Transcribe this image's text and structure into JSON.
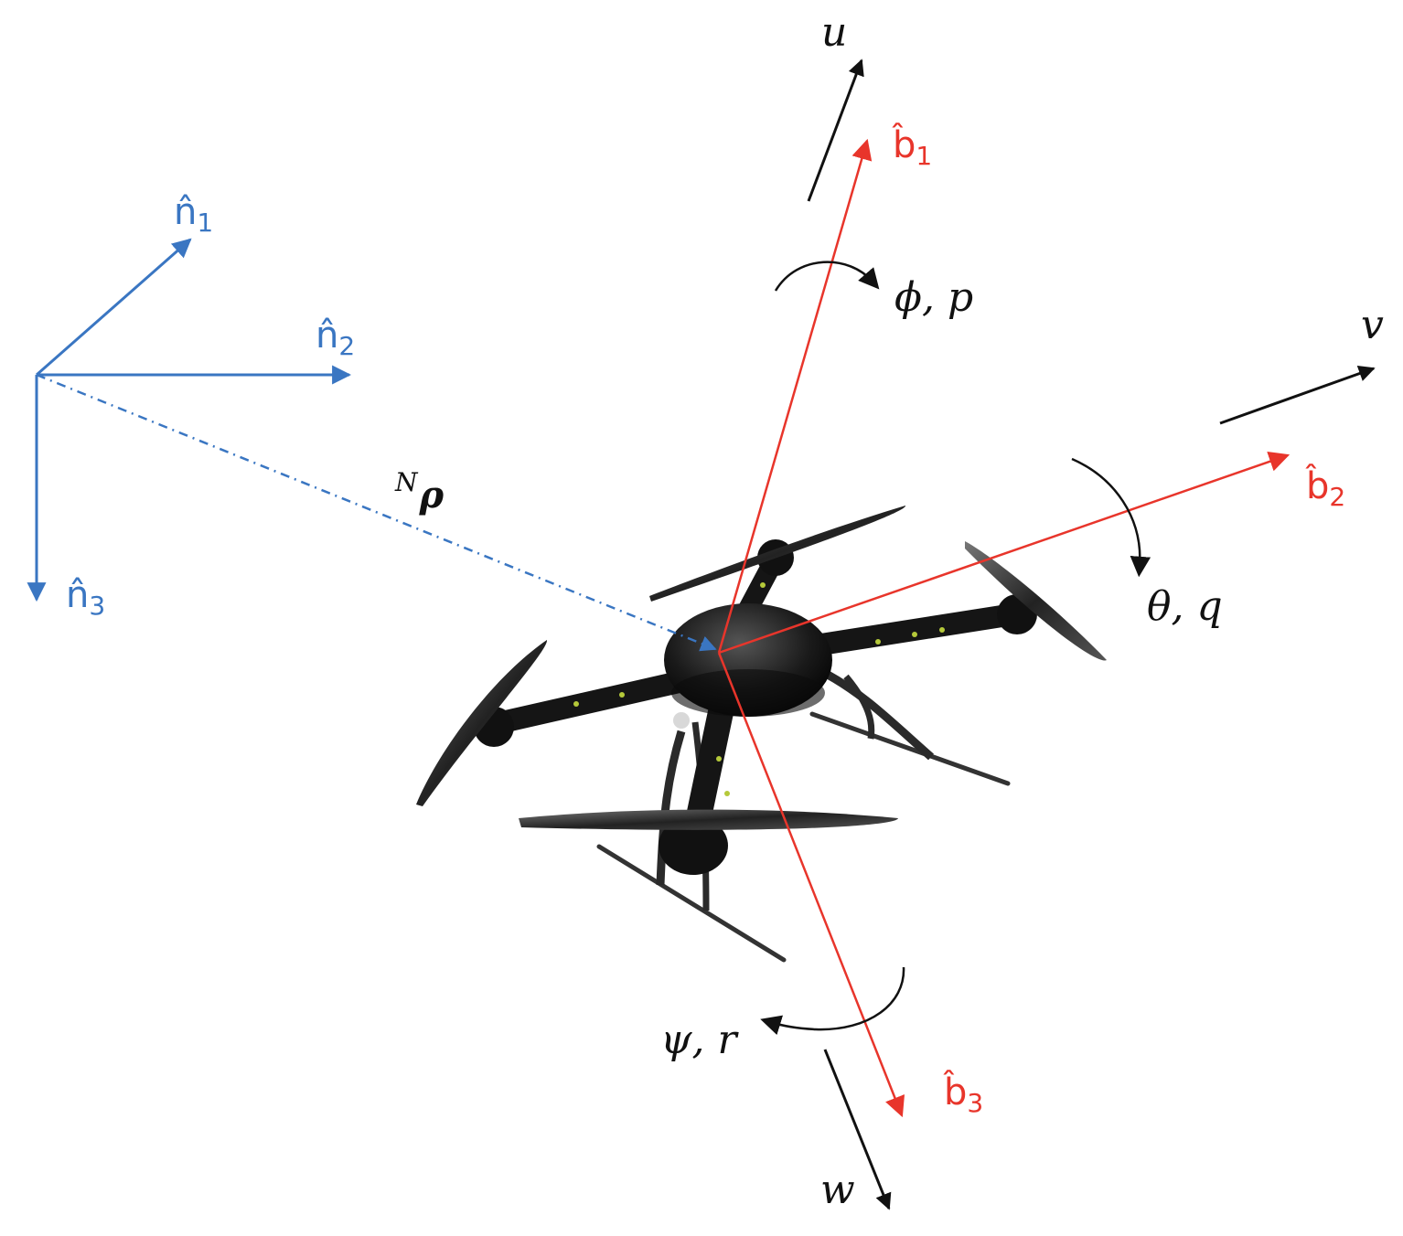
{
  "colors": {
    "inertial": "#3a76c2",
    "body": "#e8352b",
    "motion": "#111111",
    "drone": "#1c1c1c"
  },
  "inertial_frame": {
    "n1": {
      "base": "n̂",
      "sub": "1"
    },
    "n2": {
      "base": "n̂",
      "sub": "2"
    },
    "n3": {
      "base": "n̂",
      "sub": "3"
    },
    "position": {
      "pre": "N",
      "sym": "ρ"
    }
  },
  "body_frame": {
    "b1": {
      "base": "b̂",
      "sub": "1"
    },
    "b2": {
      "base": "b̂",
      "sub": "2"
    },
    "b3": {
      "base": "b̂",
      "sub": "3"
    }
  },
  "velocities": {
    "u": "u",
    "v": "v",
    "w": "w"
  },
  "rotations": {
    "roll": "ϕ, p",
    "pitch": "θ, q",
    "yaw": "ψ, r"
  },
  "drone_image": {
    "icon": "quadcopter-drone-icon"
  }
}
